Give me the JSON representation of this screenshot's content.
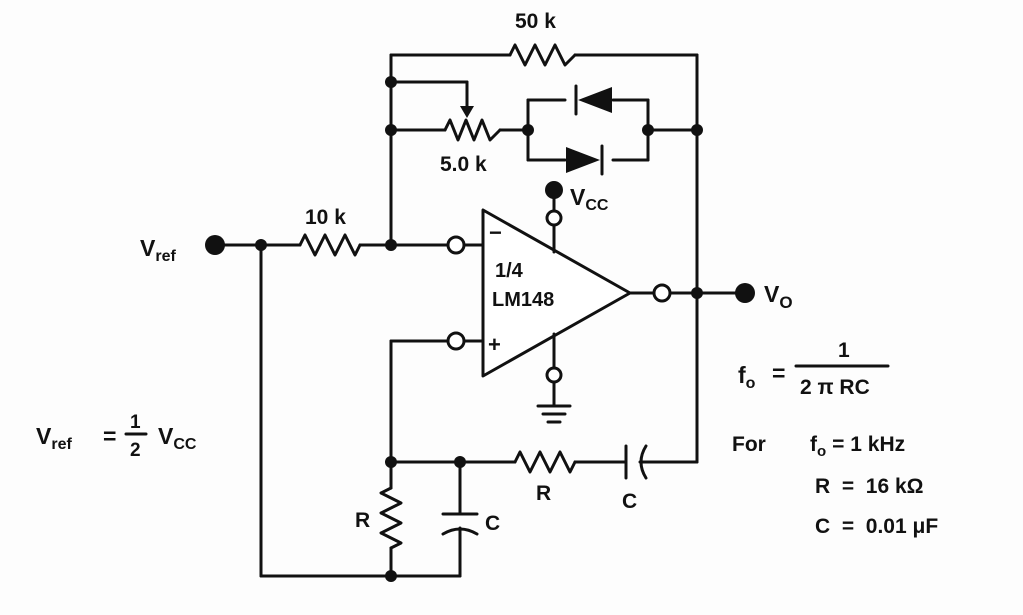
{
  "labels": {
    "feedback_resistor": "50 k",
    "potentiometer": "5.0 k",
    "input_resistor": "10 k",
    "vref": {
      "main": "V",
      "sub": "ref"
    },
    "vcc": {
      "main": "V",
      "sub": "CC"
    },
    "vout": {
      "main": "V",
      "sub": "O"
    },
    "opamp_line1": "1/4",
    "opamp_line2": "LM148",
    "inv_sign": "−",
    "noninv_sign": "+",
    "r_series": "R",
    "c_series": "C",
    "r_shunt": "R",
    "c_shunt": "C"
  },
  "equations": {
    "vref": {
      "lhs_main": "V",
      "lhs_sub": "ref",
      "eq": "=",
      "num": "1",
      "den": "2",
      "rhs_main": "V",
      "rhs_sub": "CC"
    },
    "fo": {
      "lhs_main": "f",
      "lhs_sub": "o",
      "eq": "=",
      "num": "1",
      "den": "2 π RC"
    }
  },
  "conditions": {
    "for": "For",
    "fo_main": "f",
    "fo_sub": "o",
    "fo_value": "= 1 kHz",
    "r_line": "R  =  16 kΩ",
    "c_line": "C  =  0.01 μF"
  }
}
